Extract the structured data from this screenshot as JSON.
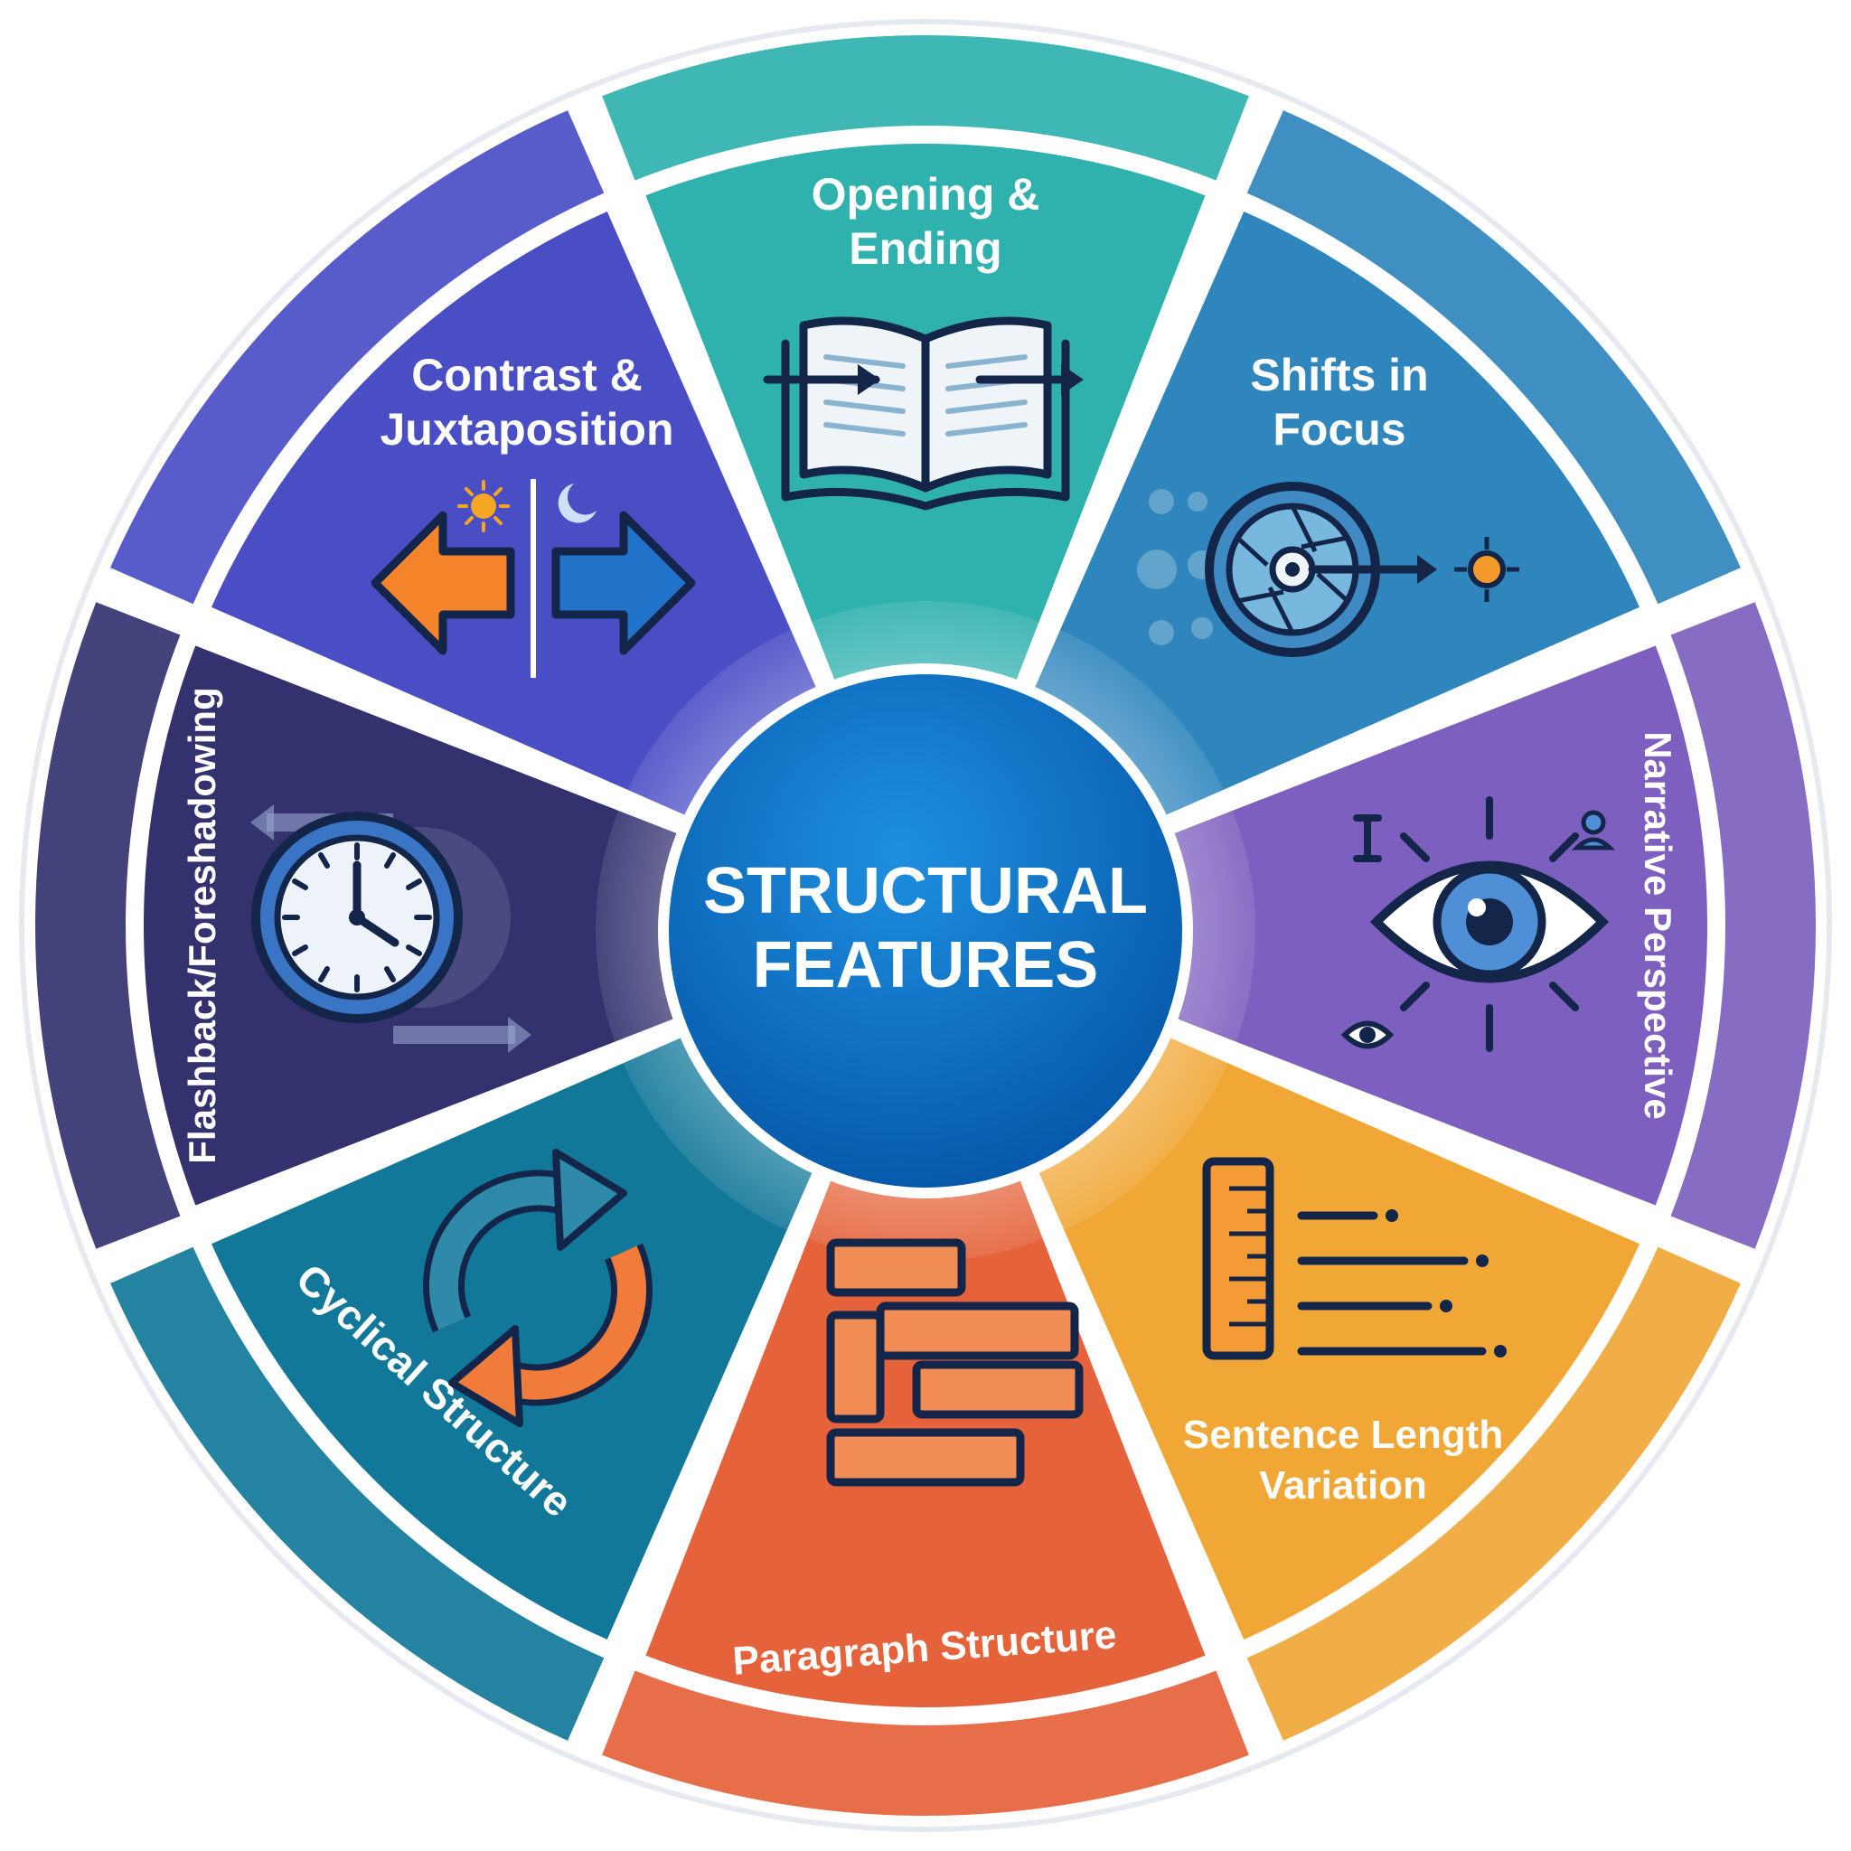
{
  "center": {
    "line1": "STRUCTURAL",
    "line2": "FEATURES",
    "color": "#0a6ec2"
  },
  "segments": [
    {
      "id": "opening-ending",
      "line1": "Opening &",
      "line2": "Ending",
      "color": "#2fb1ae",
      "icon": "open-book-icon"
    },
    {
      "id": "shifts-in-focus",
      "line1": "Shifts in",
      "line2": "Focus",
      "color": "#2f86bd",
      "icon": "camera-aperture-icon"
    },
    {
      "id": "narrative-perspective",
      "label": "Narrative Perspective",
      "color": "#7d5fbf",
      "icon": "eye-icon"
    },
    {
      "id": "sentence-length",
      "line1": "Sentence Length",
      "line2": "Variation",
      "color": "#f0a736",
      "icon": "ruler-lines-icon"
    },
    {
      "id": "paragraph-structure",
      "label": "Paragraph Structure",
      "color": "#e5623a",
      "icon": "stacked-blocks-icon"
    },
    {
      "id": "cyclical-structure",
      "label": "Cyclical Structure",
      "color": "#12789a",
      "icon": "cycle-arrows-icon"
    },
    {
      "id": "flashback-foreshadowing",
      "label": "Flashback/Foreshadowing",
      "color": "#33326f",
      "icon": "clock-icon"
    },
    {
      "id": "contrast-juxtaposition",
      "line1": "Contrast &",
      "line2": "Juxtaposition",
      "color": "#4a4ec5",
      "icon": "opposing-arrows-icon"
    }
  ]
}
